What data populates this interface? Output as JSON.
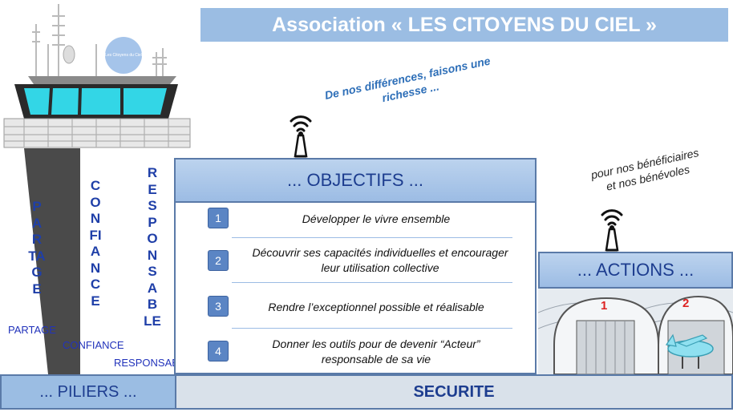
{
  "title": "Association « LES CITOYENS DU CIEL »",
  "taglines": {
    "diversity": [
      "De nos différences, faisons une",
      "richesse ..."
    ],
    "beneficiaries": [
      "pour nos bénéficiaires",
      "et nos bénévoles"
    ]
  },
  "logo_text": "Les Citoyens du Ciel",
  "pillars": {
    "vertical": [
      "PARTAGE",
      "CONFIANCE",
      "RESPONSABLE"
    ],
    "labels": [
      "PARTAGE",
      "CONFIANCE",
      "RESPONSABLE"
    ]
  },
  "objectifs": {
    "header": "... OBJECTIFS ...",
    "items": [
      {
        "num": "1",
        "lines": [
          "Développer le vivre ensemble"
        ]
      },
      {
        "num": "2",
        "lines": [
          "Découvrir ses capacités individuelles et encourager",
          "leur utilisation collective"
        ]
      },
      {
        "num": "3",
        "lines": [
          "Rendre l’exceptionnel possible et réalisable"
        ]
      },
      {
        "num": "4",
        "lines": [
          "Donner les outils pour de devenir “Acteur”",
          "responsable de sa vie"
        ]
      }
    ]
  },
  "actions": {
    "header": "... ACTIONS ...",
    "hangar_numbers": [
      "1",
      "2"
    ]
  },
  "footer": {
    "left": "... PILIERS ...",
    "right": "SECURITE"
  },
  "colors": {
    "banner": "#9bbde3",
    "accent_blue": "#1d3d8f",
    "tower_glass": "#33d6e6",
    "tower_dark": "#4a4a4a"
  }
}
